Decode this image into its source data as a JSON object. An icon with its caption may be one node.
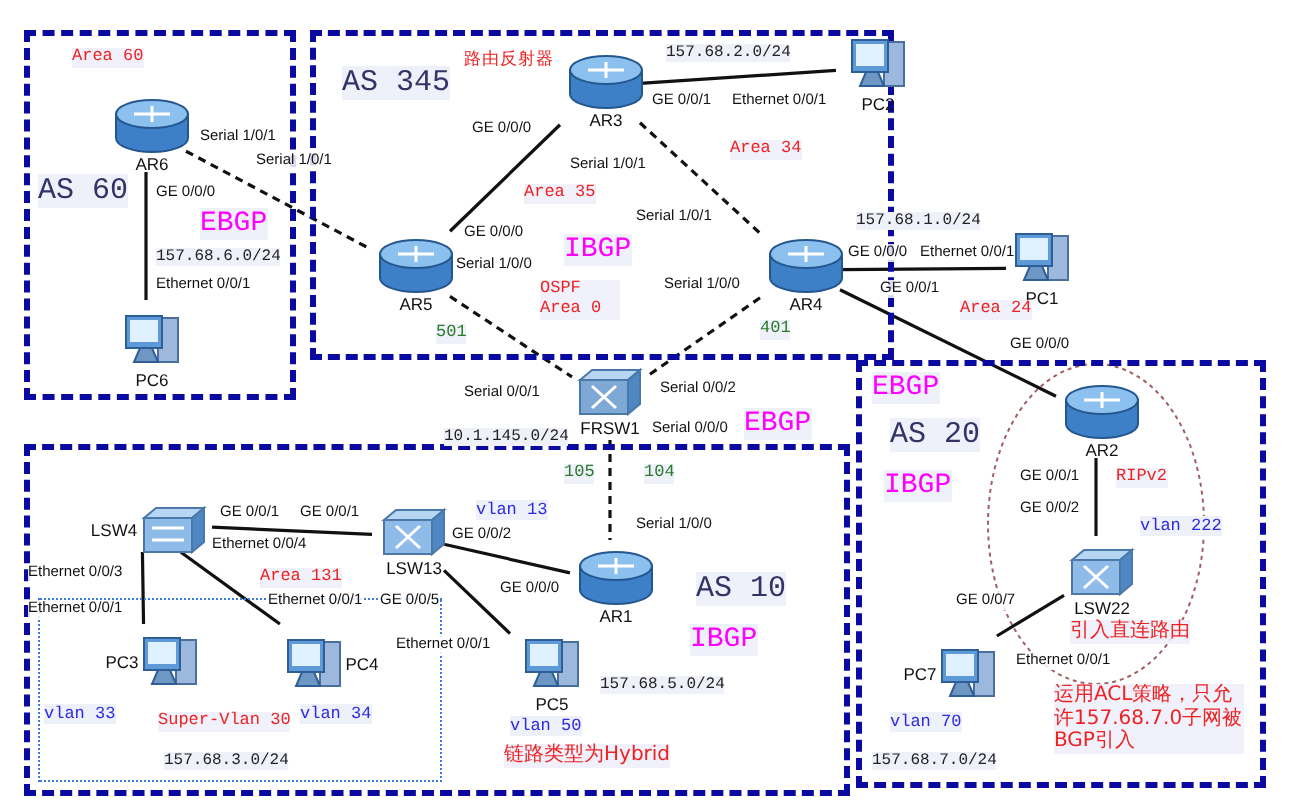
{
  "diagram": {
    "nodes": [
      {
        "text": [
          "AS 60"
        ]
      },
      {
        "text": [
          "AR6"
        ],
        "in": 0
      },
      {
        "text": [
          "PC6"
        ],
        "in": 0
      },
      {
        "text": [
          "AS 345"
        ]
      },
      {
        "text": [
          "AR3"
        ],
        "in": 3,
        "beside": [
          "路由反射器"
        ]
      },
      {
        "text": [
          "PC2"
        ],
        "in": 3
      },
      {
        "text": [
          "AR5"
        ],
        "in": 3
      },
      {
        "text": [
          "AR4"
        ],
        "in": 3
      },
      {
        "text": [
          "PC1"
        ]
      },
      {
        "text": [
          "FRSW1"
        ]
      },
      {
        "text": [
          "AS 10"
        ]
      },
      {
        "text": [
          "Super-Vlan 30",
          "157.68.3.0/24"
        ],
        "in": 10
      },
      {
        "text": [
          "LSW4"
        ],
        "in": 10
      },
      {
        "text": [
          "LSW13"
        ],
        "in": 10,
        "beside": [
          "vlan 13"
        ]
      },
      {
        "text": [
          "AR1"
        ],
        "in": 10
      },
      {
        "text": [
          "PC3"
        ],
        "in": 11,
        "beside": [
          "vlan 33"
        ]
      },
      {
        "text": [
          "PC4"
        ],
        "in": 11,
        "beside": [
          "vlan 34"
        ]
      },
      {
        "text": [
          "PC5"
        ],
        "in": 10,
        "beside": [
          "vlan 50"
        ]
      },
      {
        "text": [
          "AS 20"
        ]
      },
      {
        "text": [
          "AR2"
        ],
        "in": 18
      },
      {
        "text": [
          "LSW22"
        ],
        "in": 18,
        "beside": [
          "vlan 222"
        ]
      },
      {
        "text": [
          "PC7"
        ],
        "in": 18,
        "beside": [
          "vlan 70"
        ]
      }
    ],
    "edges": [
      {
        "from": 1,
        "to": 6,
        "arrow": "none",
        "style": "dashed"
      },
      {
        "from": 1,
        "to": 2,
        "arrow": "none"
      },
      {
        "from": 4,
        "to": 6,
        "arrow": "none"
      },
      {
        "from": 4,
        "to": 5,
        "arrow": "none"
      },
      {
        "from": 4,
        "to": 7,
        "arrow": "none",
        "style": "dashed"
      },
      {
        "from": 7,
        "to": 8,
        "arrow": "none"
      },
      {
        "from": 7,
        "to": 19,
        "arrow": "none"
      },
      {
        "from": 6,
        "to": 9,
        "arrow": "none",
        "style": "dashed"
      },
      {
        "from": 7,
        "to": 9,
        "arrow": "none",
        "style": "dashed"
      },
      {
        "from": 9,
        "to": 14,
        "arrow": "none",
        "style": "dashed"
      },
      {
        "from": 12,
        "to": 13,
        "arrow": "none"
      },
      {
        "from": 12,
        "to": 15,
        "arrow": "none"
      },
      {
        "from": 12,
        "to": 16,
        "arrow": "none"
      },
      {
        "from": 13,
        "to": 14,
        "arrow": "none"
      },
      {
        "from": 13,
        "to": 17,
        "arrow": "none"
      },
      {
        "from": 19,
        "to": 20,
        "arrow": "none"
      },
      {
        "from": 20,
        "to": 21,
        "arrow": "none"
      }
    ],
    "labels": [
      "Area 60",
      "Serial 1/0/1",
      "157.68.2.0/24",
      "GE 0/0/0",
      "GE 0/0/1",
      "Ethernet 0/0/1",
      "Area 35",
      "Serial 1/0/1",
      "Area 34",
      "EBGP",
      "GE 0/0/0",
      "157.68.6.0/24",
      "Serial 1/0/1",
      "GE 0/0/0",
      "Serial 1/0/1",
      "157.68.1.0/24",
      "IBGP",
      "GE 0/0/0",
      "Ethernet 0/0/1",
      "Ethernet 0/0/1",
      "Serial 1/0/0",
      "Serial 1/0/0",
      "GE 0/0/1",
      "OSPF Area 0",
      "Area 24",
      "501",
      "401",
      "GE 0/0/0",
      "Serial 0/0/1",
      "Serial 0/0/2",
      "EBGP",
      "EBGP",
      "10.1.145.0/24",
      "Serial 0/0/0",
      "105",
      "104",
      "GE 0/0/1",
      "GE 0/0/1",
      "Ethernet 0/0/4",
      "GE 0/0/2",
      "Serial 1/0/0",
      "Ethernet 0/0/3",
      "Area 131",
      "GE 0/0/0",
      "GE 0/0/5",
      "Ethernet 0/0/1",
      "Ethernet 0/0/1",
      "Ethernet 0/0/1",
      "157.68.5.0/24",
      "链路类型为Hybrid",
      "IBGP",
      "IBGP",
      "GE 0/0/1",
      "RIPv2",
      "GE 0/0/2",
      "GE 0/0/7",
      "引入直连路由",
      "Ethernet 0/0/1",
      "运用ACL策略，只允许157.68.7.0子网被BGP引入",
      "157.68.7.0/24"
    ]
  }
}
